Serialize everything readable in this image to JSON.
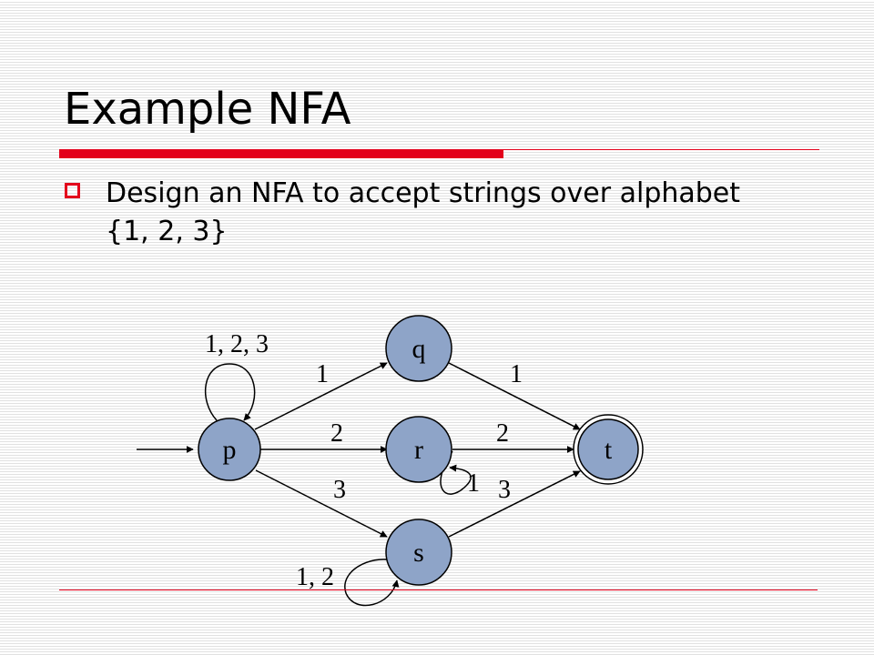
{
  "slide": {
    "title": "Example NFA",
    "bullet": "Design an NFA to accept strings over alphabet {1, 2, 3}"
  },
  "diagram": {
    "states": {
      "p": "p",
      "q": "q",
      "r": "r",
      "s": "s",
      "t": "t"
    },
    "start_state": "p",
    "accepting_states": [
      "t"
    ],
    "transitions": [
      {
        "from": "p",
        "to": "p",
        "label": "1, 2, 3"
      },
      {
        "from": "p",
        "to": "q",
        "label": "1"
      },
      {
        "from": "p",
        "to": "r",
        "label": "2"
      },
      {
        "from": "p",
        "to": "s",
        "label": "3"
      },
      {
        "from": "q",
        "to": "t",
        "label": "1"
      },
      {
        "from": "r",
        "to": "t",
        "label": "2"
      },
      {
        "from": "s",
        "to": "t",
        "label": "3"
      },
      {
        "from": "r",
        "to": "r",
        "label": "1"
      },
      {
        "from": "s",
        "to": "s",
        "label": "1, 2"
      }
    ]
  },
  "colors": {
    "accent": "#e3001b",
    "state_fill": "#8ea4c8"
  }
}
